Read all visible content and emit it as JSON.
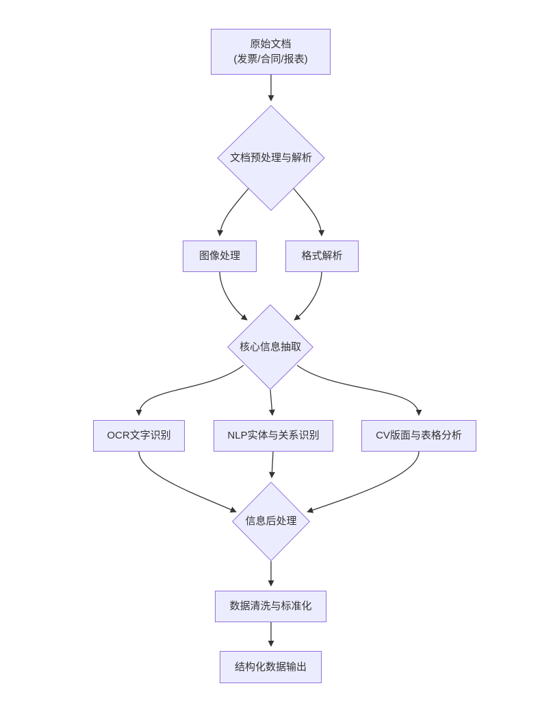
{
  "colors": {
    "canvas_bg": "#ffffff",
    "node_fill": "#ECECFF",
    "node_border": "#9370DB",
    "edge_color": "#333333",
    "text_color": "#333333"
  },
  "nodes": [
    {
      "id": "start",
      "shape": "rect",
      "line1": "原始文档",
      "line2": "(发票/合同/报表)"
    },
    {
      "id": "preprocess",
      "shape": "diamond",
      "label": "文档预处理与解析"
    },
    {
      "id": "image",
      "shape": "rect",
      "label": "图像处理"
    },
    {
      "id": "format",
      "shape": "rect",
      "label": "格式解析"
    },
    {
      "id": "extract",
      "shape": "diamond",
      "label": "核心信息抽取"
    },
    {
      "id": "ocr",
      "shape": "rect",
      "label": "OCR文字识别"
    },
    {
      "id": "nlp",
      "shape": "rect",
      "label": "NLP实体与关系识别"
    },
    {
      "id": "cv",
      "shape": "rect",
      "label": "CV版面与表格分析"
    },
    {
      "id": "post",
      "shape": "diamond",
      "label": "信息后处理"
    },
    {
      "id": "clean",
      "shape": "rect",
      "label": "数据清洗与标准化"
    },
    {
      "id": "output",
      "shape": "rect",
      "label": "结构化数据输出"
    }
  ],
  "edges": [
    {
      "from": "start",
      "to": "preprocess"
    },
    {
      "from": "preprocess",
      "to": "image"
    },
    {
      "from": "preprocess",
      "to": "format"
    },
    {
      "from": "image",
      "to": "extract"
    },
    {
      "from": "format",
      "to": "extract"
    },
    {
      "from": "extract",
      "to": "ocr"
    },
    {
      "from": "extract",
      "to": "nlp"
    },
    {
      "from": "extract",
      "to": "cv"
    },
    {
      "from": "ocr",
      "to": "post"
    },
    {
      "from": "nlp",
      "to": "post"
    },
    {
      "from": "cv",
      "to": "post"
    },
    {
      "from": "post",
      "to": "clean"
    },
    {
      "from": "clean",
      "to": "output"
    }
  ]
}
